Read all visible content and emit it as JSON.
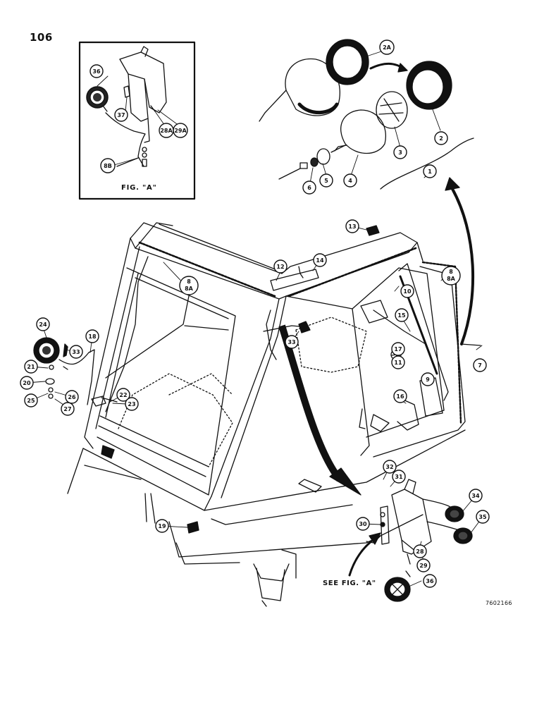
{
  "page_number": "106",
  "inset": {
    "caption": "FIG. \"A\""
  },
  "see_figure_note": "SEE FIG. \"A\"",
  "drawing_number": "7602166",
  "callouts": {
    "c1": "1",
    "c2": "2",
    "c2a": "2A",
    "c3": "3",
    "c4": "4",
    "c5": "5",
    "c6": "6",
    "c7": "7",
    "c8": "8",
    "c8a": "8A",
    "c8b": "8B",
    "c9": "9",
    "c10": "10",
    "c11": "11",
    "c12": "12",
    "c13": "13",
    "c14": "14",
    "c15": "15",
    "c16": "16",
    "c17": "17",
    "c18": "18",
    "c19": "19",
    "c20": "20",
    "c21": "21",
    "c22": "22",
    "c23": "23",
    "c24": "24",
    "c25": "25",
    "c26": "26",
    "c27": "27",
    "c28": "28",
    "c28a": "28A",
    "c29": "29",
    "c29a": "29A",
    "c30": "30",
    "c31": "31",
    "c32": "32",
    "c33": "33",
    "c34": "34",
    "c35": "35",
    "c36": "36",
    "c37": "37"
  },
  "colors": {
    "ink": "#111111",
    "paper": "#ffffff"
  }
}
